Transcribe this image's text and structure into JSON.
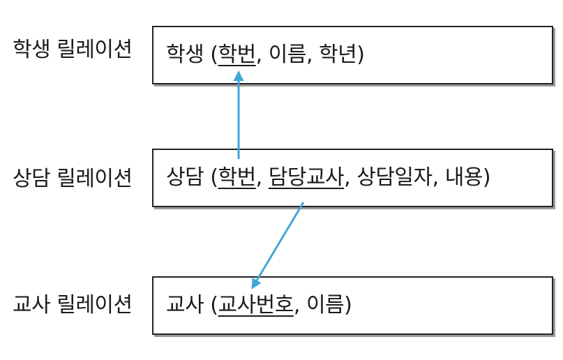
{
  "relations": [
    {
      "id": "student",
      "label": "학생 릴레이션",
      "name": "학생",
      "attributes": [
        {
          "text": "학번",
          "pk": true
        },
        {
          "text": "이름",
          "pk": false
        },
        {
          "text": "학년",
          "pk": false
        }
      ]
    },
    {
      "id": "counsel",
      "label": "상담 릴레이션",
      "name": "상담",
      "attributes": [
        {
          "text": "학번",
          "pk": true
        },
        {
          "text": "담당교사",
          "pk": true
        },
        {
          "text": "상담일자",
          "pk": false
        },
        {
          "text": "내용",
          "pk": false
        }
      ]
    },
    {
      "id": "teacher",
      "label": "교사 릴레이션",
      "name": "교사",
      "attributes": [
        {
          "text": "교사번호",
          "pk": true
        },
        {
          "text": "이름",
          "pk": false
        }
      ]
    }
  ],
  "colors": {
    "arrow": "#3ea7d6",
    "box_border": "#222222",
    "box_shadow": "#9a9a9a"
  },
  "references": [
    {
      "from": "counsel",
      "from_attr": "학번",
      "to": "student",
      "to_attr": "학번"
    },
    {
      "from": "counsel",
      "from_attr": "담당교사",
      "to": "teacher",
      "to_attr": "교사번호"
    }
  ]
}
